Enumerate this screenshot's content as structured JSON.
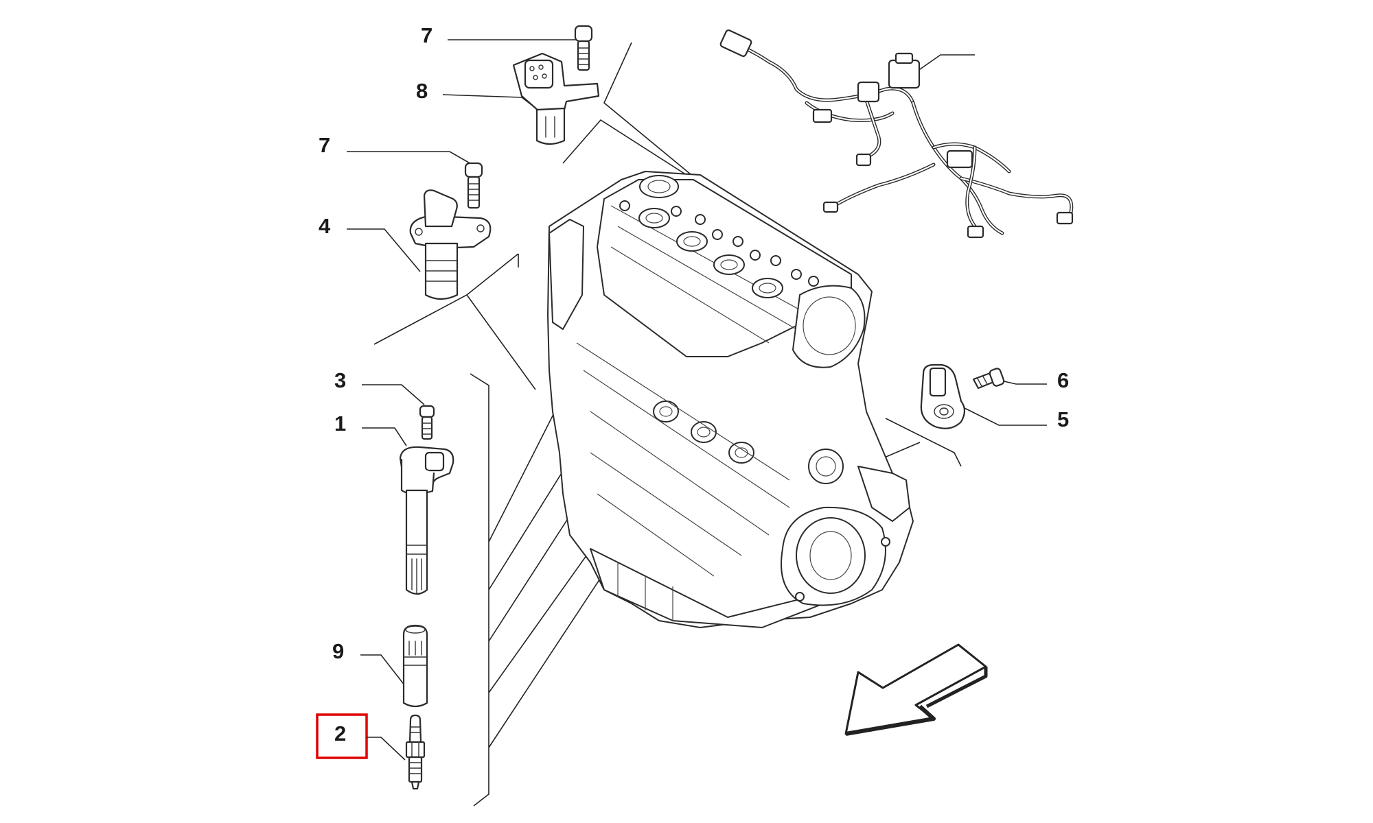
{
  "callouts": {
    "c7_top": "7",
    "c8": "8",
    "c7_mid": "7",
    "c4": "4",
    "c3": "3",
    "c1": "1",
    "c9": "9",
    "c2": "2",
    "c6": "6",
    "c5": "5"
  },
  "highlight": {
    "part": "2",
    "color": "#e00000"
  }
}
